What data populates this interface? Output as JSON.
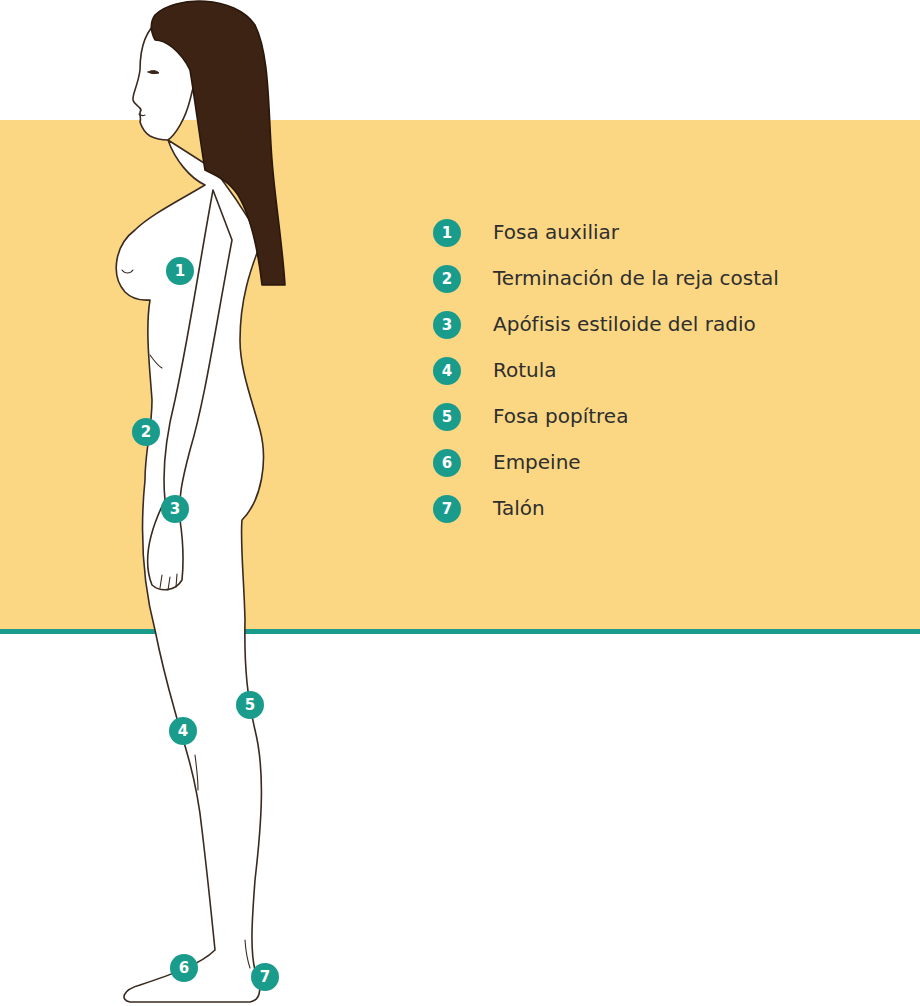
{
  "diagram": {
    "nodes": [
      {
        "text": [
          "1"
        ]
      },
      {
        "text": [
          "2"
        ]
      },
      {
        "text": [
          "3"
        ]
      },
      {
        "text": [
          "4"
        ]
      },
      {
        "text": [
          "5"
        ]
      },
      {
        "text": [
          "6"
        ]
      },
      {
        "text": [
          "7"
        ]
      },
      {
        "text": [
          "1"
        ]
      },
      {
        "text": [
          "2"
        ]
      },
      {
        "text": [
          "3"
        ]
      },
      {
        "text": [
          "4"
        ]
      },
      {
        "text": [
          "5"
        ]
      },
      {
        "text": [
          "6"
        ]
      },
      {
        "text": [
          "7"
        ]
      }
    ],
    "labels": [
      "Fosa auxiliar",
      "Terminación de la reja costal",
      "Apófisis estiloide del radio",
      "Rotula",
      "Fosa popítrea",
      "Empeine",
      "Talón"
    ]
  }
}
